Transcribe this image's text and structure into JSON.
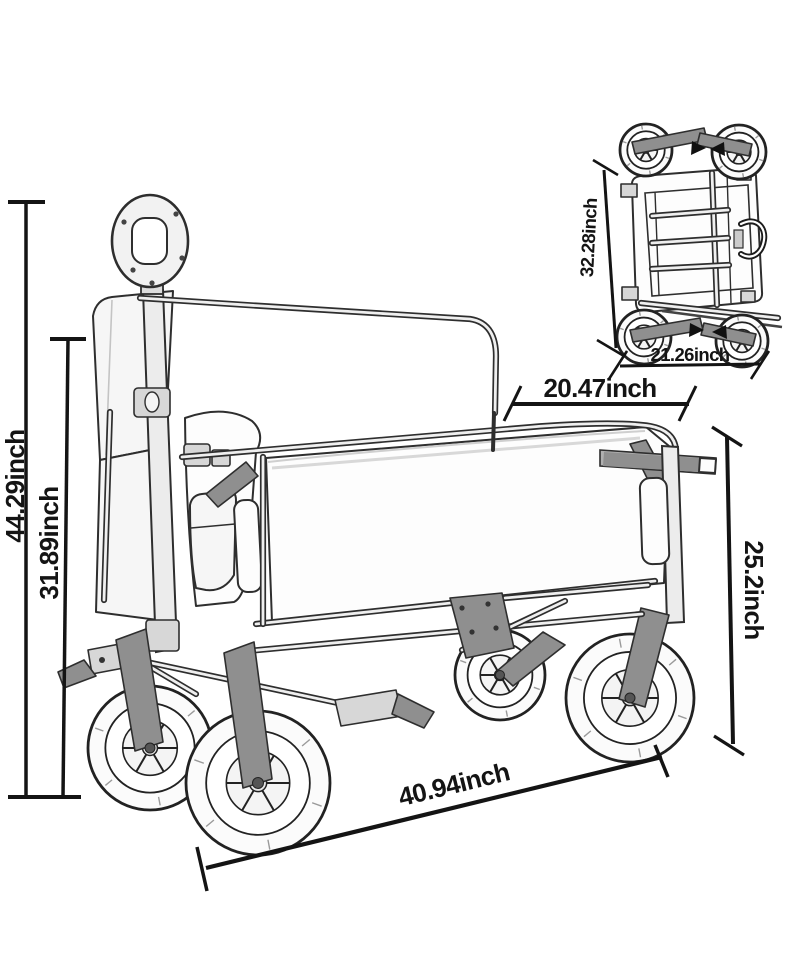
{
  "diagram": {
    "open_view": {
      "overall_height_label": "44.29inch",
      "inner_height_label": "31.89inch",
      "top_rear_length_label": "20.47inch",
      "side_height_label": "25.2inch",
      "overall_length_label": "40.94inch"
    },
    "folded_view": {
      "height_label": "32.28inch",
      "length_label": "21.26inch"
    },
    "colors": {
      "ink": "#141414",
      "metal_gray": "#8f8f8f",
      "paper": "#ffffff"
    }
  }
}
